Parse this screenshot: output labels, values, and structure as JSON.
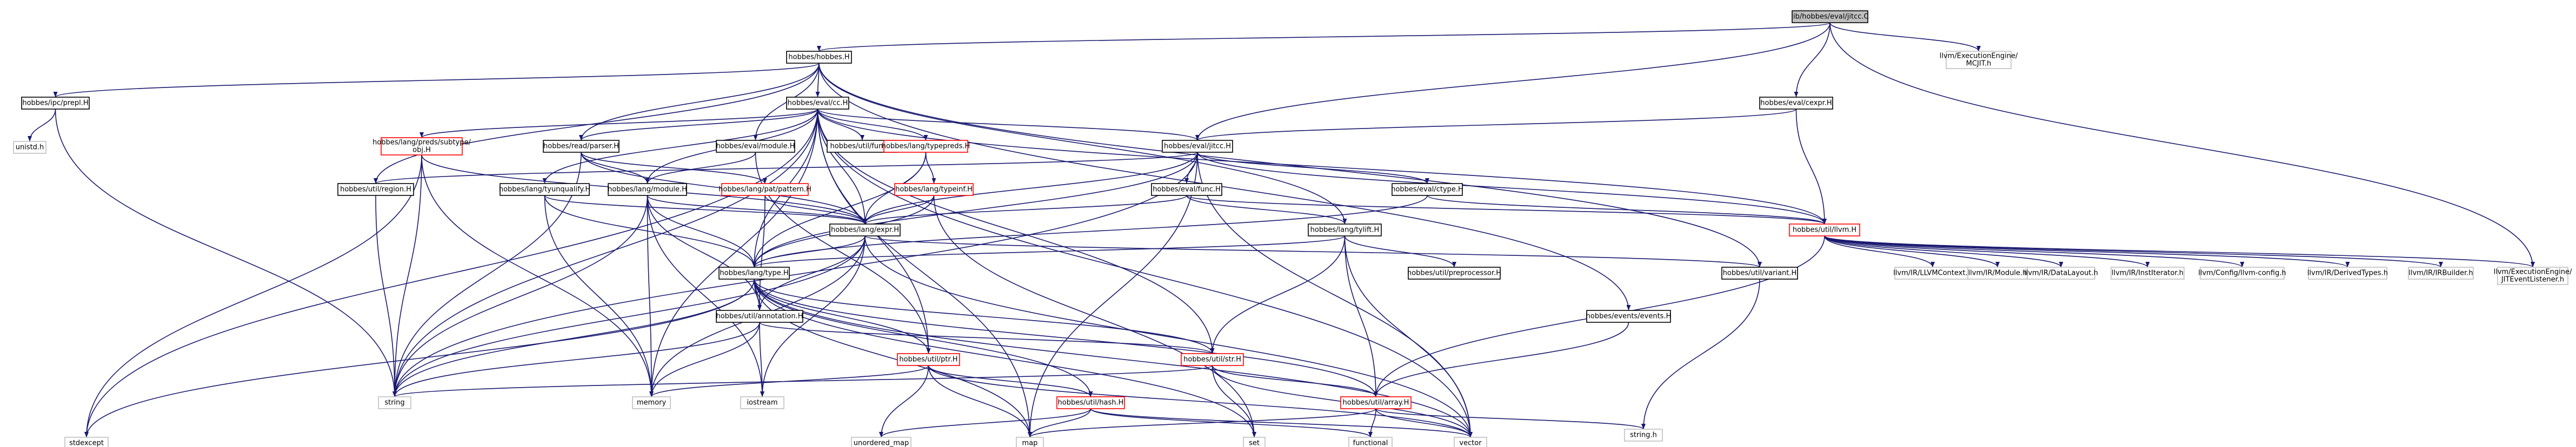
{
  "graph": {
    "colors": {
      "edge": "#191970",
      "root_fill": "#bfbfbf",
      "root_border": "#000000",
      "node_fill": "#ffffff",
      "documented_border": "#000000",
      "truncated_border": "#ff0000",
      "external_border": "#bfbfbf"
    },
    "nodes": [
      {
        "id": "root",
        "label": "lib/hobbes/eval/jitcc.C",
        "kind": "root"
      },
      {
        "id": "hobbes_h",
        "label": "hobbes/hobbes.H",
        "kind": "documented"
      },
      {
        "id": "mcjit",
        "label": "llvm/ExecutionEngine/MCJIT.h",
        "kind": "external"
      },
      {
        "id": "cexpr_h",
        "label": "hobbes/eval/cexpr.H",
        "kind": "documented"
      },
      {
        "id": "pipeqit",
        "label": "hobbes/ipc/prepl.H",
        "kind": "documented"
      },
      {
        "id": "unistd",
        "label": "unistd.h",
        "kind": "external"
      },
      {
        "id": "cc_h",
        "label": "hobbes/eval/cc.H",
        "kind": "documented"
      },
      {
        "id": "jitcc_h",
        "label": "hobbes/eval/jitcc.H",
        "kind": "documented"
      },
      {
        "id": "funcdefs",
        "label": "hobbes/lang/preds/subtype/obj.H",
        "kind": "truncated"
      },
      {
        "id": "read_parser",
        "label": "hobbes/read/parser.H",
        "kind": "documented"
      },
      {
        "id": "eval_module",
        "label": "hobbes/eval/module.H",
        "kind": "documented"
      },
      {
        "id": "util_func",
        "label": "hobbes/util/func.H",
        "kind": "documented"
      },
      {
        "id": "typepreds",
        "label": "hobbes/lang/typepreds.H",
        "kind": "truncated"
      },
      {
        "id": "util_region",
        "label": "hobbes/util/region.H",
        "kind": "documented"
      },
      {
        "id": "tyunqualify",
        "label": "hobbes/lang/tyunqualify.H",
        "kind": "documented"
      },
      {
        "id": "lang_module",
        "label": "hobbes/lang/module.H",
        "kind": "documented"
      },
      {
        "id": "pat_pattern",
        "label": "hobbes/lang/pat/pattern.H",
        "kind": "truncated"
      },
      {
        "id": "typeinf",
        "label": "hobbes/lang/typeinf.H",
        "kind": "truncated"
      },
      {
        "id": "eval_func",
        "label": "hobbes/eval/func.H",
        "kind": "documented"
      },
      {
        "id": "eval_ctype",
        "label": "hobbes/eval/ctype.H",
        "kind": "documented"
      },
      {
        "id": "util_llvm",
        "label": "hobbes/util/llvm.H",
        "kind": "truncated"
      },
      {
        "id": "lang_expr",
        "label": "hobbes/lang/expr.H",
        "kind": "documented"
      },
      {
        "id": "lang_tylift",
        "label": "hobbes/lang/tylift.H",
        "kind": "documented"
      },
      {
        "id": "preprocessor",
        "label": "hobbes/util/preprocessor.H",
        "kind": "documented"
      },
      {
        "id": "util_variant",
        "label": "hobbes/util/variant.H",
        "kind": "documented"
      },
      {
        "id": "lang_type",
        "label": "hobbes/lang/type.H",
        "kind": "documented"
      },
      {
        "id": "events",
        "label": "hobbes/events/events.H",
        "kind": "documented"
      },
      {
        "id": "annotation",
        "label": "hobbes/util/annotation.H",
        "kind": "documented"
      },
      {
        "id": "util_ptr",
        "label": "hobbes/util/ptr.H",
        "kind": "truncated"
      },
      {
        "id": "util_str",
        "label": "hobbes/util/str.H",
        "kind": "truncated"
      },
      {
        "id": "util_hash",
        "label": "hobbes/util/hash.H",
        "kind": "truncated"
      },
      {
        "id": "util_array",
        "label": "hobbes/util/array.H",
        "kind": "truncated"
      },
      {
        "id": "llvmcontext",
        "label": "llvm/IR/LLVMContext.h",
        "kind": "external"
      },
      {
        "id": "ir_module",
        "label": "llvm/IR/Module.h",
        "kind": "external"
      },
      {
        "id": "datalayout",
        "label": "llvm/IR/DataLayout.h",
        "kind": "external"
      },
      {
        "id": "institerator",
        "label": "llvm/IR/InstIterator.h",
        "kind": "external"
      },
      {
        "id": "llvmconfig",
        "label": "llvm/Config/llvm-config.h",
        "kind": "external"
      },
      {
        "id": "derivedtypes",
        "label": "llvm/IR/DerivedTypes.h",
        "kind": "external"
      },
      {
        "id": "irbuilder",
        "label": "llvm/IR/IRBuilder.h",
        "kind": "external"
      },
      {
        "id": "jiteventlistener",
        "label": "llvm/ExecutionEngine/JITEventListener.h",
        "kind": "external"
      },
      {
        "id": "string",
        "label": "string",
        "kind": "external"
      },
      {
        "id": "memory",
        "label": "memory",
        "kind": "external"
      },
      {
        "id": "iostream",
        "label": "iostream",
        "kind": "external"
      },
      {
        "id": "stdexcept",
        "label": "stdexcept",
        "kind": "external"
      },
      {
        "id": "unordered_map",
        "label": "unordered_map",
        "kind": "external"
      },
      {
        "id": "map",
        "label": "map",
        "kind": "external"
      },
      {
        "id": "set",
        "label": "set",
        "kind": "external"
      },
      {
        "id": "functional",
        "label": "functional",
        "kind": "external"
      },
      {
        "id": "vector",
        "label": "vector",
        "kind": "external"
      },
      {
        "id": "string_h",
        "label": "string.h",
        "kind": "external"
      }
    ],
    "edges": [
      [
        "root",
        "hobbes_h"
      ],
      [
        "root",
        "mcjit"
      ],
      [
        "root",
        "cexpr_h"
      ],
      [
        "root",
        "jitcc_h"
      ],
      [
        "root",
        "jiteventlistener"
      ],
      [
        "hobbes_h",
        "pipeqit"
      ],
      [
        "hobbes_h",
        "cc_h"
      ],
      [
        "hobbes_h",
        "read_parser"
      ],
      [
        "hobbes_h",
        "eval_module"
      ],
      [
        "hobbes_h",
        "util_region"
      ],
      [
        "hobbes_h",
        "lang_tylift"
      ],
      [
        "hobbes_h",
        "events"
      ],
      [
        "hobbes_h",
        "util_variant"
      ],
      [
        "pipeqit",
        "unistd"
      ],
      [
        "pipeqit",
        "string"
      ],
      [
        "cexpr_h",
        "jitcc_h"
      ],
      [
        "cexpr_h",
        "util_llvm"
      ],
      [
        "cc_h",
        "funcdefs"
      ],
      [
        "cc_h",
        "read_parser"
      ],
      [
        "cc_h",
        "util_func"
      ],
      [
        "cc_h",
        "typepreds"
      ],
      [
        "cc_h",
        "jitcc_h"
      ],
      [
        "cc_h",
        "tyunqualify"
      ],
      [
        "cc_h",
        "lang_module"
      ],
      [
        "cc_h",
        "lang_expr"
      ],
      [
        "cc_h",
        "lang_type"
      ],
      [
        "cc_h",
        "util_llvm"
      ],
      [
        "cc_h",
        "util_str"
      ],
      [
        "cc_h",
        "util_ptr"
      ],
      [
        "cc_h",
        "string"
      ],
      [
        "cc_h",
        "stdexcept"
      ],
      [
        "cc_h",
        "map"
      ],
      [
        "cc_h",
        "vector"
      ],
      [
        "cc_h",
        "memory"
      ],
      [
        "jitcc_h",
        "eval_func"
      ],
      [
        "jitcc_h",
        "eval_ctype"
      ],
      [
        "jitcc_h",
        "util_llvm"
      ],
      [
        "jitcc_h",
        "lang_expr"
      ],
      [
        "jitcc_h",
        "lang_type"
      ],
      [
        "jitcc_h",
        "util_region"
      ],
      [
        "jitcc_h",
        "string"
      ],
      [
        "jitcc_h",
        "map"
      ],
      [
        "jitcc_h",
        "vector"
      ],
      [
        "funcdefs",
        "lang_expr"
      ],
      [
        "funcdefs",
        "string"
      ],
      [
        "funcdefs",
        "stdexcept"
      ],
      [
        "funcdefs",
        "memory"
      ],
      [
        "read_parser",
        "lang_module"
      ],
      [
        "read_parser",
        "lang_expr"
      ],
      [
        "read_parser",
        "pat_pattern"
      ],
      [
        "read_parser",
        "string"
      ],
      [
        "eval_module",
        "lang_module"
      ],
      [
        "eval_module",
        "util_ptr"
      ],
      [
        "typepreds",
        "typeinf"
      ],
      [
        "typepreds",
        "lang_type"
      ],
      [
        "typepreds",
        "lang_expr"
      ],
      [
        "util_region",
        "string"
      ],
      [
        "tyunqualify",
        "lang_expr"
      ],
      [
        "tyunqualify",
        "lang_type"
      ],
      [
        "tyunqualify",
        "memory"
      ],
      [
        "lang_module",
        "lang_expr"
      ],
      [
        "lang_module",
        "lang_type"
      ],
      [
        "lang_module",
        "annotation"
      ],
      [
        "lang_module",
        "string"
      ],
      [
        "lang_module",
        "iostream"
      ],
      [
        "lang_module",
        "memory"
      ],
      [
        "pat_pattern",
        "lang_expr"
      ],
      [
        "pat_pattern",
        "annotation"
      ],
      [
        "typeinf",
        "lang_expr"
      ],
      [
        "typeinf",
        "lang_type"
      ],
      [
        "typeinf",
        "set"
      ],
      [
        "eval_func",
        "lang_tylift"
      ],
      [
        "eval_func",
        "lang_expr"
      ],
      [
        "eval_func",
        "util_llvm"
      ],
      [
        "eval_ctype",
        "lang_type"
      ],
      [
        "eval_ctype",
        "util_llvm"
      ],
      [
        "util_llvm",
        "llvmcontext"
      ],
      [
        "util_llvm",
        "ir_module"
      ],
      [
        "util_llvm",
        "datalayout"
      ],
      [
        "util_llvm",
        "institerator"
      ],
      [
        "util_llvm",
        "llvmconfig"
      ],
      [
        "util_llvm",
        "derivedtypes"
      ],
      [
        "util_llvm",
        "irbuilder"
      ],
      [
        "util_llvm",
        "jiteventlistener"
      ],
      [
        "util_llvm",
        "util_array"
      ],
      [
        "lang_expr",
        "lang_type"
      ],
      [
        "lang_expr",
        "annotation"
      ],
      [
        "lang_expr",
        "util_variant"
      ],
      [
        "lang_expr",
        "string"
      ],
      [
        "lang_expr",
        "memory"
      ],
      [
        "lang_expr",
        "iostream"
      ],
      [
        "lang_expr",
        "vector"
      ],
      [
        "lang_tylift",
        "lang_type"
      ],
      [
        "lang_tylift",
        "preprocessor"
      ],
      [
        "lang_tylift",
        "util_str"
      ],
      [
        "lang_tylift",
        "util_array"
      ],
      [
        "lang_tylift",
        "vector"
      ],
      [
        "lang_type",
        "annotation"
      ],
      [
        "lang_type",
        "util_ptr"
      ],
      [
        "lang_type",
        "util_str"
      ],
      [
        "lang_type",
        "util_hash"
      ],
      [
        "lang_type",
        "util_array"
      ],
      [
        "lang_type",
        "string"
      ],
      [
        "lang_type",
        "map"
      ],
      [
        "lang_type",
        "set"
      ],
      [
        "lang_type",
        "vector"
      ],
      [
        "lang_type",
        "stdexcept"
      ],
      [
        "util_variant",
        "string_h"
      ],
      [
        "events",
        "util_array"
      ],
      [
        "annotation",
        "util_str"
      ],
      [
        "annotation",
        "string"
      ],
      [
        "annotation",
        "memory"
      ],
      [
        "annotation",
        "iostream"
      ],
      [
        "util_ptr",
        "util_hash"
      ],
      [
        "util_ptr",
        "memory"
      ],
      [
        "util_ptr",
        "unordered_map"
      ],
      [
        "util_ptr",
        "map"
      ],
      [
        "util_ptr",
        "vector"
      ],
      [
        "util_str",
        "util_array"
      ],
      [
        "util_str",
        "string"
      ],
      [
        "util_str",
        "vector"
      ],
      [
        "util_str",
        "set"
      ],
      [
        "util_hash",
        "unordered_map"
      ],
      [
        "util_hash",
        "map"
      ],
      [
        "util_hash",
        "vector"
      ],
      [
        "util_hash",
        "functional"
      ],
      [
        "util_array",
        "vector"
      ],
      [
        "util_array",
        "functional"
      ],
      [
        "util_array",
        "string_h"
      ],
      [
        "util_array",
        "map"
      ]
    ]
  }
}
